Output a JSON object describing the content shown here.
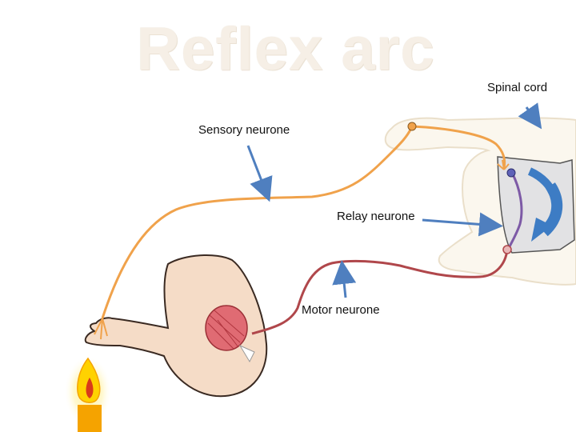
{
  "title": "Reflex arc",
  "labels": {
    "spinal_cord": "Spinal cord",
    "sensory_neurone": "Sensory neurone",
    "relay_neurone": "Relay neurone",
    "motor_neurone": "Motor neurone"
  },
  "colors": {
    "sensory": "#f0a24b",
    "motor": "#b0474b",
    "relay": "#7d5aa6",
    "pointer_arrow": "#4f7fbf",
    "spinal_cord_fill": "#fbf7ee",
    "grey_matter": "#e2e2e4",
    "skin": "#f5dcc7",
    "muscle": "#e06b73",
    "candle_wax": "#f5a300",
    "flame": "#ffd200"
  }
}
